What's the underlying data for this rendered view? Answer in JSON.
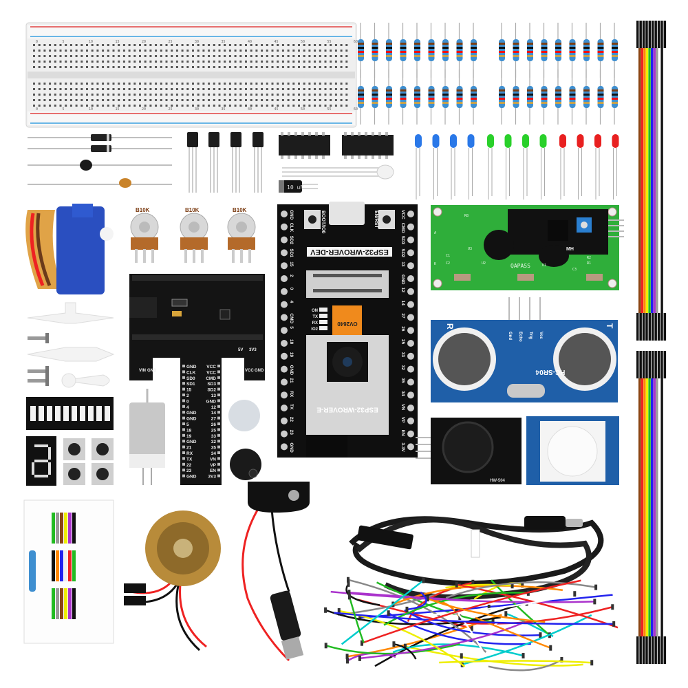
{
  "colors": {
    "pcb_black": "#111111",
    "lcd_green": "#2fae3a",
    "sonar_blue": "#1f5fa8",
    "resistor_blue": "#3f8fd0",
    "servo_blue": "#2a4fc0",
    "breadboard": "#ececec",
    "rail_red": "#e04040",
    "rail_blue": "#3aa0e0"
  },
  "breadboard": {
    "column_numbers": [
      "0",
      "5",
      "10",
      "15",
      "20",
      "25",
      "30",
      "35",
      "40",
      "45",
      "50",
      "55",
      "60"
    ]
  },
  "potentiometers": [
    {
      "label": "B10K"
    },
    {
      "label": "B10K"
    },
    {
      "label": "B10K"
    }
  ],
  "esp32": {
    "board_title": "ESP32-WROVER-DEV",
    "module_label": "ESP32-WROVER-E",
    "camera_label": "OV2640",
    "boot_label": "BOOT/IO0",
    "reset_label": "EN/RST",
    "status_labels": [
      "ON",
      "TX",
      "RX",
      "IO2"
    ],
    "left_pins": [
      "GND",
      "CLK",
      "SD2",
      "SD1",
      "15",
      "2",
      "0",
      "4",
      "CMD",
      "5",
      "18",
      "19",
      "GND",
      "21",
      "RX",
      "TX",
      "22",
      "23",
      "GND"
    ],
    "right_pins": [
      "VCC",
      "CMD",
      "SD3",
      "SD2",
      "13",
      "GND",
      "12",
      "14",
      "27",
      "26",
      "25",
      "33",
      "32",
      "35",
      "34",
      "VN",
      "VP",
      "EN",
      "3.3V"
    ]
  },
  "shield": {
    "left_pins": [
      "GND",
      "CLK",
      "SD0",
      "SD1",
      "15",
      "2",
      "0",
      "4",
      "GND",
      "GND",
      "5",
      "18",
      "19",
      "GND",
      "21",
      "RX",
      "TX",
      "22",
      "23",
      "GND"
    ],
    "right_pins": [
      "VCC",
      "VCC",
      "CMD",
      "SD3",
      "SD2",
      "13",
      "GND",
      "12",
      "14",
      "27",
      "26",
      "25",
      "33",
      "32",
      "35",
      "34",
      "VN",
      "VP",
      "EN",
      "3V3"
    ],
    "header_labels": [
      "VIN",
      "GND",
      "5V",
      "3V3",
      "VCC",
      "GND"
    ]
  },
  "lcd": {
    "brand": "QAPASS",
    "adapter_label": "MH",
    "silk_labels": [
      "U2",
      "U1",
      "U3",
      "C1",
      "C2",
      "C3",
      "R1",
      "R2",
      "R8",
      "A",
      "K"
    ]
  },
  "ultrasonic": {
    "model": "HC-SR04",
    "pins": [
      "Gnd",
      "Echo",
      "Trig",
      "Vcc"
    ],
    "side_labels": [
      "R",
      "T"
    ]
  },
  "joystick": {
    "label": "HW-504"
  },
  "leds": {
    "blue_count": 4,
    "green_count": 4,
    "red_count": 4,
    "blue": "#2a78e8",
    "green": "#29d02a",
    "red": "#e82020"
  },
  "capacitor": {
    "label": "10 uF"
  }
}
